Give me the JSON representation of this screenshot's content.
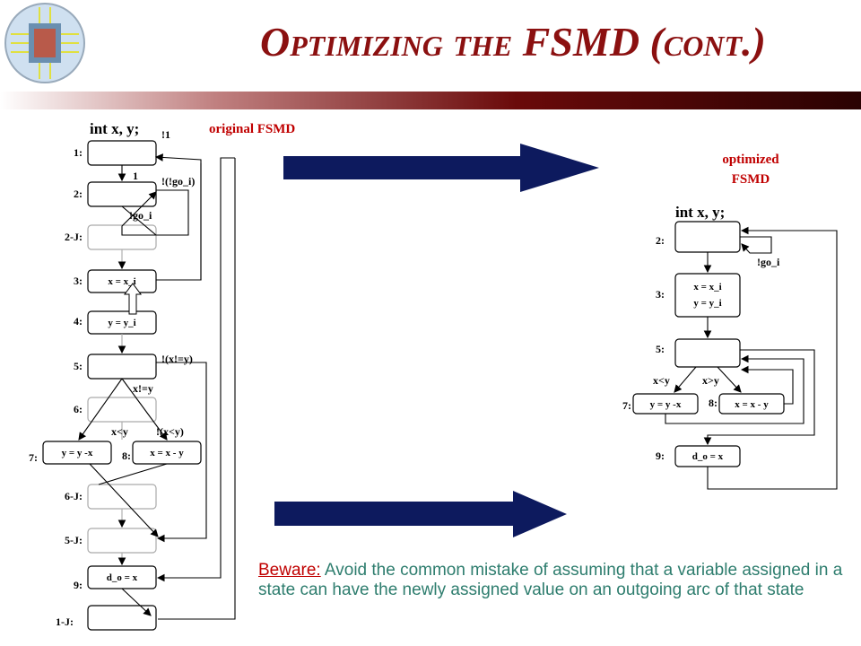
{
  "title": "Optimizing the FSMD (cont.)",
  "left": {
    "header": "int x, y;",
    "caption": "original FSMD",
    "states": [
      {
        "id": "s1",
        "label": "1:",
        "action": ""
      },
      {
        "id": "s2",
        "label": "2:",
        "action": ""
      },
      {
        "id": "s2j",
        "label": "2-J:",
        "action": ""
      },
      {
        "id": "s3",
        "label": "3:",
        "action": "x = x_i"
      },
      {
        "id": "s4",
        "label": "4:",
        "action": "y = y_i"
      },
      {
        "id": "s5",
        "label": "5:",
        "action": ""
      },
      {
        "id": "s6",
        "label": "6:",
        "action": ""
      },
      {
        "id": "s7",
        "label": "7:",
        "action": "y = y -x"
      },
      {
        "id": "s8",
        "label": "8:",
        "action": "x = x - y"
      },
      {
        "id": "s6j",
        "label": "6-J:",
        "action": ""
      },
      {
        "id": "s5j",
        "label": "5-J:",
        "action": ""
      },
      {
        "id": "s9",
        "label": "9:",
        "action": "d_o = x"
      },
      {
        "id": "s1j",
        "label": "1-J:",
        "action": ""
      }
    ],
    "arc_labels": {
      "not1": "!1",
      "one": "1",
      "not_not_go": "!(!go_i)",
      "not_go": "!go_i",
      "not_xney": "!(x!=y)",
      "xney": "x!=y",
      "xlty": "x<y",
      "not_xlty": "!(x<y)"
    }
  },
  "right": {
    "caption_line1": "optimized",
    "caption_line2": "FSMD",
    "header": "int x, y;",
    "states": [
      {
        "id": "r2",
        "label": "2:",
        "action": ""
      },
      {
        "id": "r3",
        "label": "3:",
        "action1": "x = x_i",
        "action2": "y = y_i"
      },
      {
        "id": "r5",
        "label": "5:",
        "action": ""
      },
      {
        "id": "r7",
        "label": "7:",
        "action": "y = y -x"
      },
      {
        "id": "r8",
        "label": "8:",
        "action": "x = x - y"
      },
      {
        "id": "r9",
        "label": "9:",
        "action": "d_o = x"
      }
    ],
    "arc_labels": {
      "not_go": "!go_i",
      "xlty": "x<y",
      "xgty": "x>y"
    }
  },
  "note": {
    "beware": "Beware:",
    "text": " Avoid the common mistake of assuming that a variable assigned in a state can have the newly assigned value on an outgoing arc of that state"
  },
  "colors": {
    "title": "#8b1010",
    "arrow": "#0d1a5e",
    "arrow_label": "#c00000",
    "note": "#2e7d6e"
  }
}
